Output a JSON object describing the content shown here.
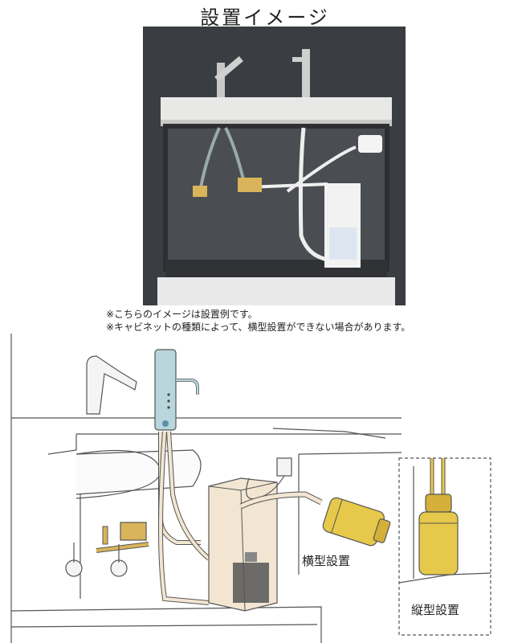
{
  "title": "設置イメージ",
  "notes": [
    "※こちらのイメージは設置例です。",
    "※キャビネットの種類によって、横型設置ができない場合があります。"
  ],
  "labels": {
    "horizontal": "横型設置",
    "vertical": "縦型設置"
  },
  "colors": {
    "cabinet_interior": "#4a4d52",
    "countertop": "#e8e8e6",
    "filter_body": "#e6c84a",
    "faucet_blue": "#b8d6dc",
    "brass": "#d9b45a"
  }
}
